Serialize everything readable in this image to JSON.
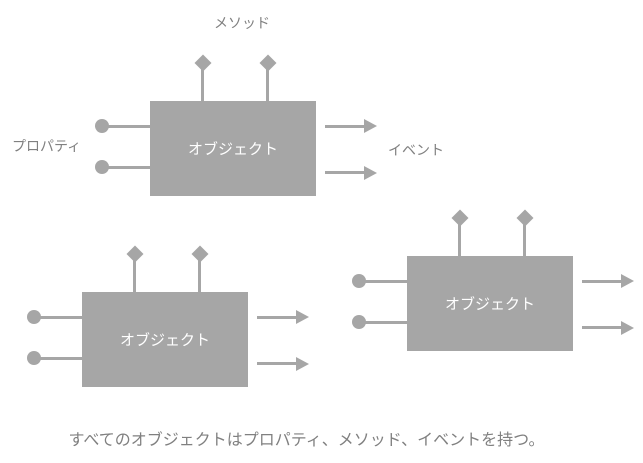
{
  "diagram": {
    "labels": {
      "method": "メソッド",
      "property": "プロパティ",
      "event": "イベント"
    },
    "objects": [
      {
        "label": "オブジェクト"
      },
      {
        "label": "オブジェクト"
      },
      {
        "label": "オブジェクト"
      }
    ],
    "caption": "すべてのオブジェクトはプロパティ、メソッド、イベントを持つ。",
    "colors": {
      "shape": "#a6a6a6",
      "label": "#808080",
      "box_text": "#ffffff",
      "background": "#ffffff"
    }
  }
}
